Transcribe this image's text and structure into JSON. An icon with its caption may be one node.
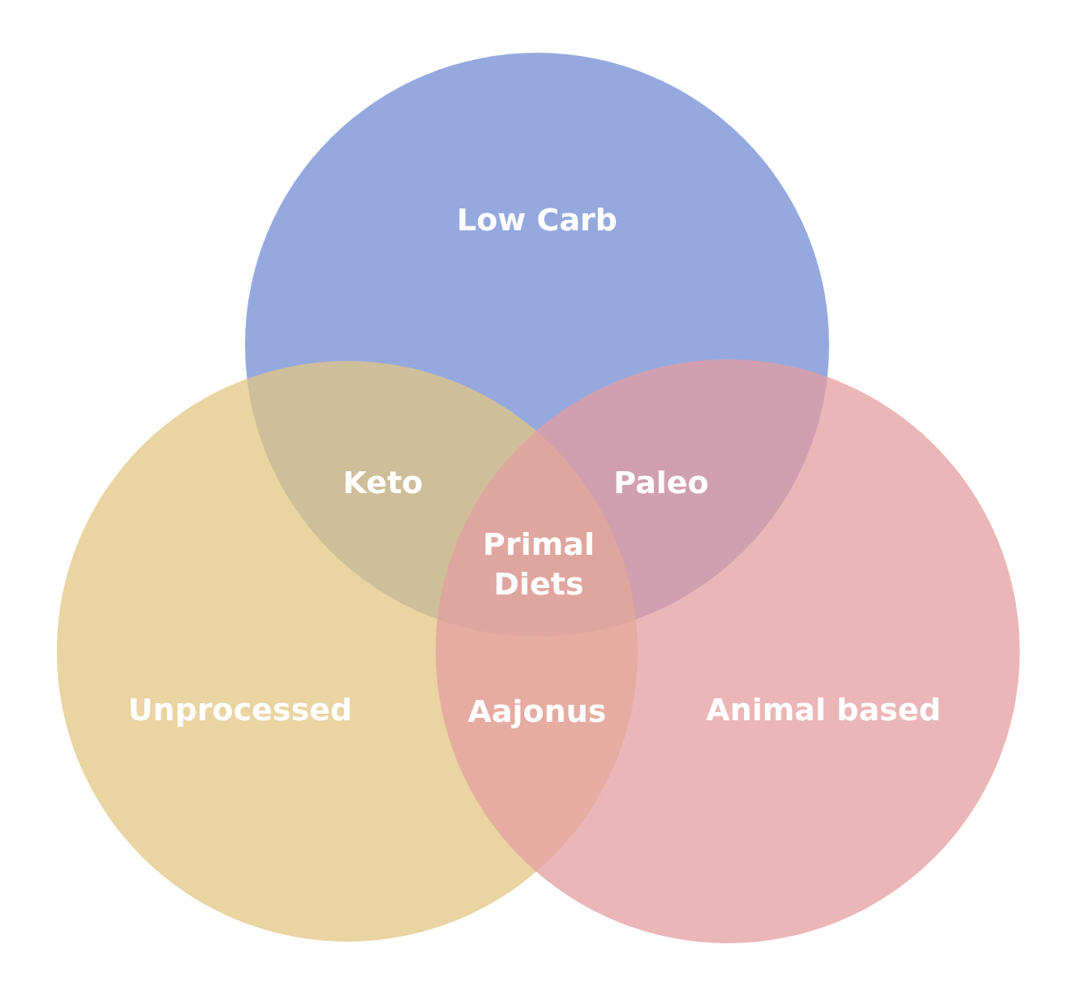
{
  "diagram": {
    "nodes": [
      {
        "text": [
          "Low Carb"
        ]
      },
      {
        "text": [
          "Unprocessed"
        ]
      },
      {
        "text": [
          "Animal based"
        ]
      }
    ],
    "labels": [
      "Keto",
      "Paleo",
      "Primal Diets",
      "Aajonus"
    ]
  }
}
